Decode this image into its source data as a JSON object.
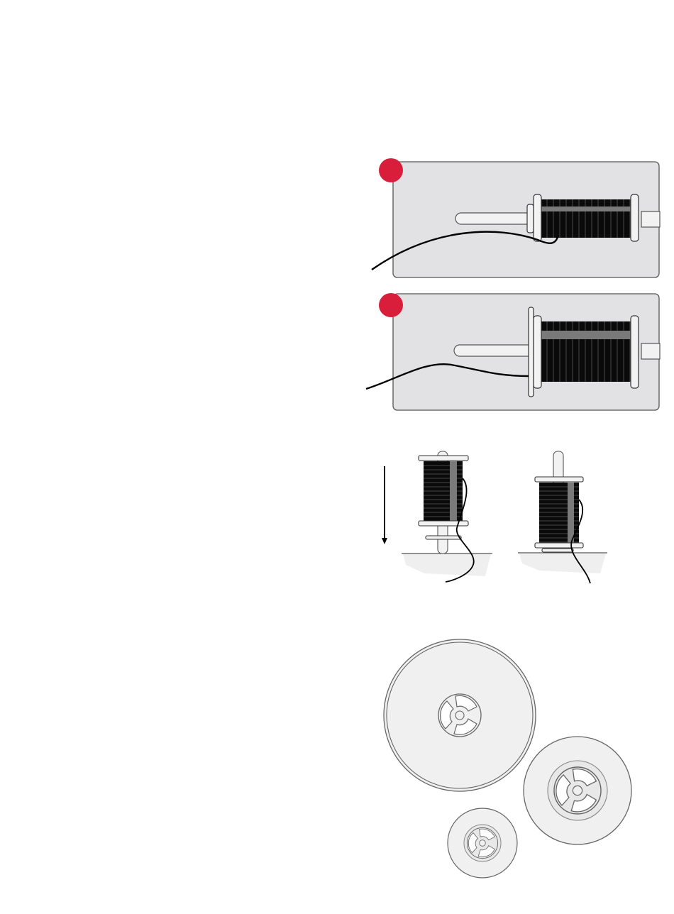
{
  "colors": {
    "accent_red": "#d81e3b",
    "panel_fill": "#e2e2e4",
    "panel_stroke": "#555555",
    "thread": "#000000",
    "spool_black": "#0a0a0a",
    "spool_band": "#7a7a7a",
    "flange_fill": "#f2f2f2",
    "cap_fill": "#f0f0f0",
    "cap_stroke": "#666666"
  },
  "figures": {
    "panel_1": {
      "badge_icon": "step-marker-icon",
      "variant": "thread-under-small-flange"
    },
    "panel_2": {
      "badge_icon": "step-marker-icon",
      "variant": "thread-past-large-flange"
    },
    "vertical_pair": {
      "arrow_icon": "arrow-down-icon",
      "spools": 2
    },
    "spool_caps": {
      "sizes": [
        "large",
        "medium",
        "small"
      ]
    }
  }
}
